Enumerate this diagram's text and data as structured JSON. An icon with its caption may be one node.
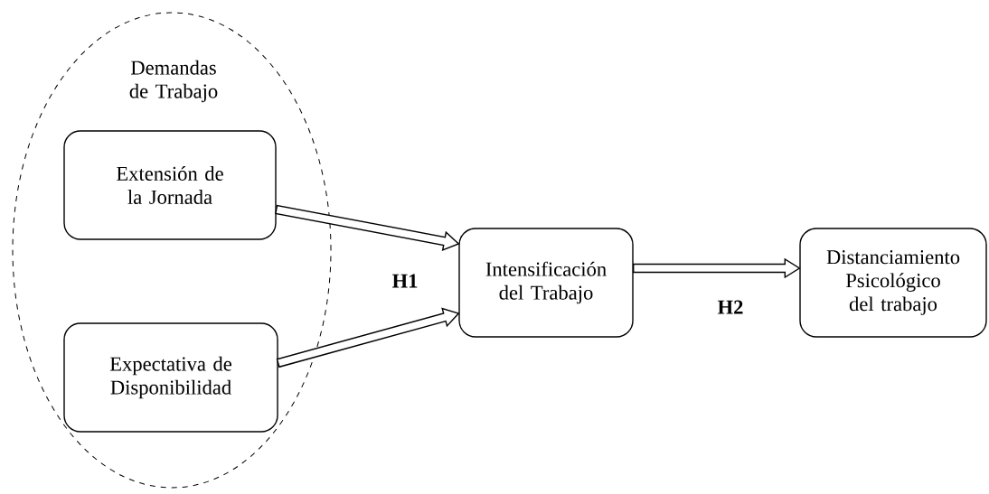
{
  "diagram": {
    "nodes": [
      {
        "text": [
          "Demandas de Trabajo"
        ]
      },
      {
        "text": [
          "Extensión de la Jornada"
        ],
        "in": 0
      },
      {
        "text": [
          "Expectativa de Disponibilidad"
        ],
        "in": 0
      },
      {
        "text": [
          "Intensificación del Trabajo"
        ]
      },
      {
        "text": [
          "Distanciamiento Psicológico del trabajo"
        ]
      }
    ],
    "edges": [
      {
        "from": 1,
        "to": 3,
        "arrow": "to"
      },
      {
        "from": 2,
        "to": 3,
        "arrow": "to"
      },
      {
        "from": 3,
        "to": 4,
        "arrow": "to"
      }
    ],
    "labels": [
      "H1",
      "H2"
    ]
  }
}
